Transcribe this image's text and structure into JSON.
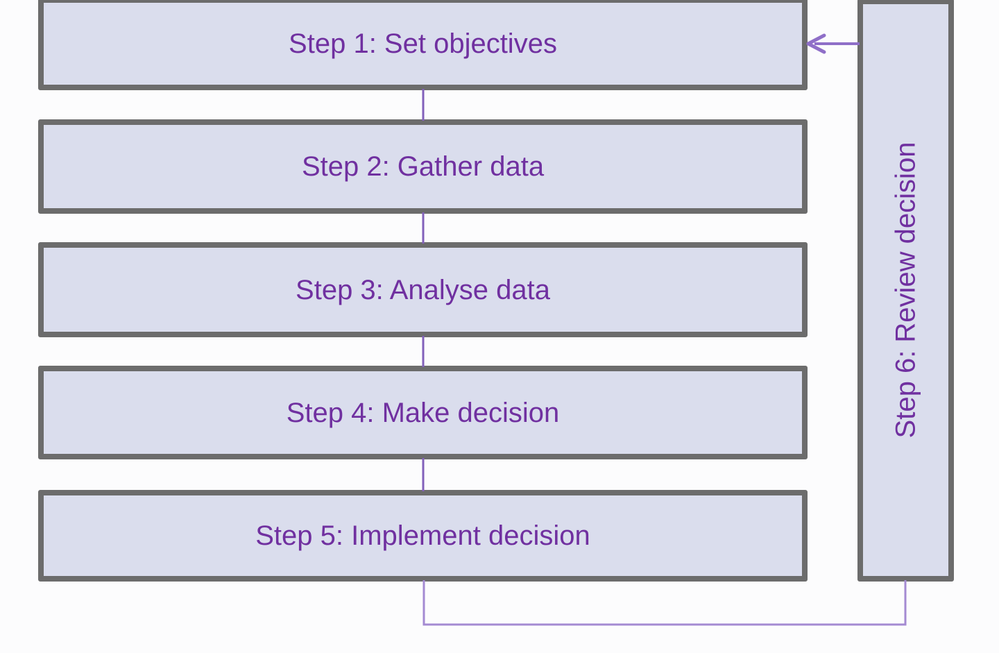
{
  "diagram": {
    "type": "flowchart",
    "subject": "six-step decision-making process",
    "steps": [
      {
        "id": "step1",
        "label": "Step 1: Set objectives",
        "orientation": "horizontal"
      },
      {
        "id": "step2",
        "label": "Step 2: Gather data",
        "orientation": "horizontal"
      },
      {
        "id": "step3",
        "label": "Step 3: Analyse data",
        "orientation": "horizontal"
      },
      {
        "id": "step4",
        "label": "Step 4: Make decision",
        "orientation": "horizontal"
      },
      {
        "id": "step5",
        "label": "Step 5: Implement decision",
        "orientation": "horizontal"
      },
      {
        "id": "step6",
        "label": "Step 6: Review decision",
        "orientation": "vertical"
      }
    ],
    "connections": [
      {
        "from": "step1",
        "to": "step2",
        "style": "straight-line"
      },
      {
        "from": "step2",
        "to": "step3",
        "style": "straight-line"
      },
      {
        "from": "step3",
        "to": "step4",
        "style": "straight-line"
      },
      {
        "from": "step4",
        "to": "step5",
        "style": "straight-line"
      },
      {
        "from": "step5",
        "to": "step6",
        "style": "elbow-line"
      },
      {
        "from": "step6",
        "to": "step1",
        "style": "arrow"
      }
    ],
    "colors": {
      "box_fill": "#dadded",
      "box_border": "#6c6c6c",
      "label_text": "#7030a0",
      "connector": "#8260ba",
      "feedback_connector": "#a48ad2",
      "arrow": "#8f6fc8",
      "background": "#fcfcfd"
    }
  }
}
